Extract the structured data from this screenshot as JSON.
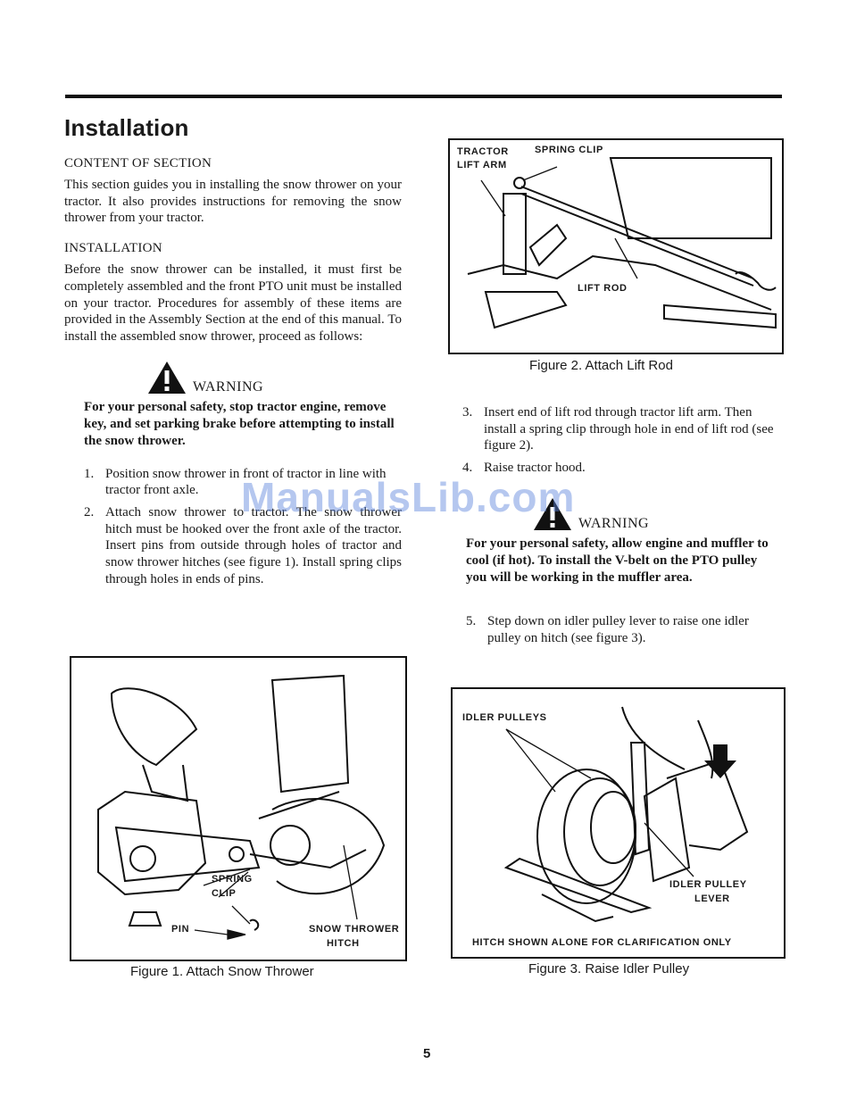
{
  "page": {
    "title": "Installation",
    "page_number": "5",
    "watermark": "ManualsLib.com"
  },
  "left": {
    "content_heading": "CONTENT OF SECTION",
    "content_text": "This section guides you in installing the snow thrower on your tractor. It also provides instructions for removing the snow thrower from your tractor.",
    "install_heading": "INSTALLATION",
    "install_text": "Before the snow thrower can be installed, it must first be completely assembled and the front PTO unit must be installed on your tractor. Procedures for assembly of these items are provided in the Assembly Section at the end of this manual. To install the assembled snow thrower, proceed as follows:",
    "warning_label": "WARNING",
    "warning_text": "For your personal safety, stop tractor engine, remove key, and set parking brake before attempting to install the snow thrower.",
    "steps": [
      {
        "num": "1.",
        "text": "Position snow thrower in front of tractor in line with tractor front axle."
      },
      {
        "num": "2.",
        "text": "Attach snow thrower to tractor. The snow thrower hitch must be hooked over the front axle of the tractor. Insert pins from outside through holes of tractor and snow thrower hitches (see figure 1). Install spring clips through holes in ends of pins."
      }
    ]
  },
  "right": {
    "steps_a": [
      {
        "num": "3.",
        "text": "Insert end of lift rod through tractor lift arm. Then install a spring clip through hole in end of lift rod (see figure 2)."
      },
      {
        "num": "4.",
        "text": "Raise tractor hood."
      }
    ],
    "warning_label": "WARNING",
    "warning_text": "For your personal safety, allow engine and muffler to cool (if hot). To install the V-belt on the PTO pulley you will be working in the muffler area.",
    "steps_b": [
      {
        "num": "5.",
        "text": "Step down on idler pulley lever to raise one idler pulley on hitch (see figure 3)."
      }
    ]
  },
  "figure1": {
    "caption": "Figure 1.  Attach Snow Thrower",
    "labels": {
      "spring": "SPRING",
      "clip": "CLIP",
      "pin": "PIN",
      "snow_thrower": "SNOW THROWER",
      "hitch": "HITCH"
    }
  },
  "figure2": {
    "caption": "Figure 2.  Attach Lift Rod",
    "labels": {
      "tractor": "TRACTOR",
      "lift_arm": "LIFT ARM",
      "spring_clip": "SPRING CLIP",
      "lift_rod": "LIFT ROD"
    }
  },
  "figure3": {
    "caption": "Figure 3.  Raise Idler Pulley",
    "labels": {
      "idler_pulleys": "IDLER PULLEYS",
      "idler_pulley": "IDLER PULLEY",
      "lever": "LEVER",
      "hitch_note": "HITCH SHOWN ALONE FOR CLARIFICATION ONLY"
    }
  }
}
